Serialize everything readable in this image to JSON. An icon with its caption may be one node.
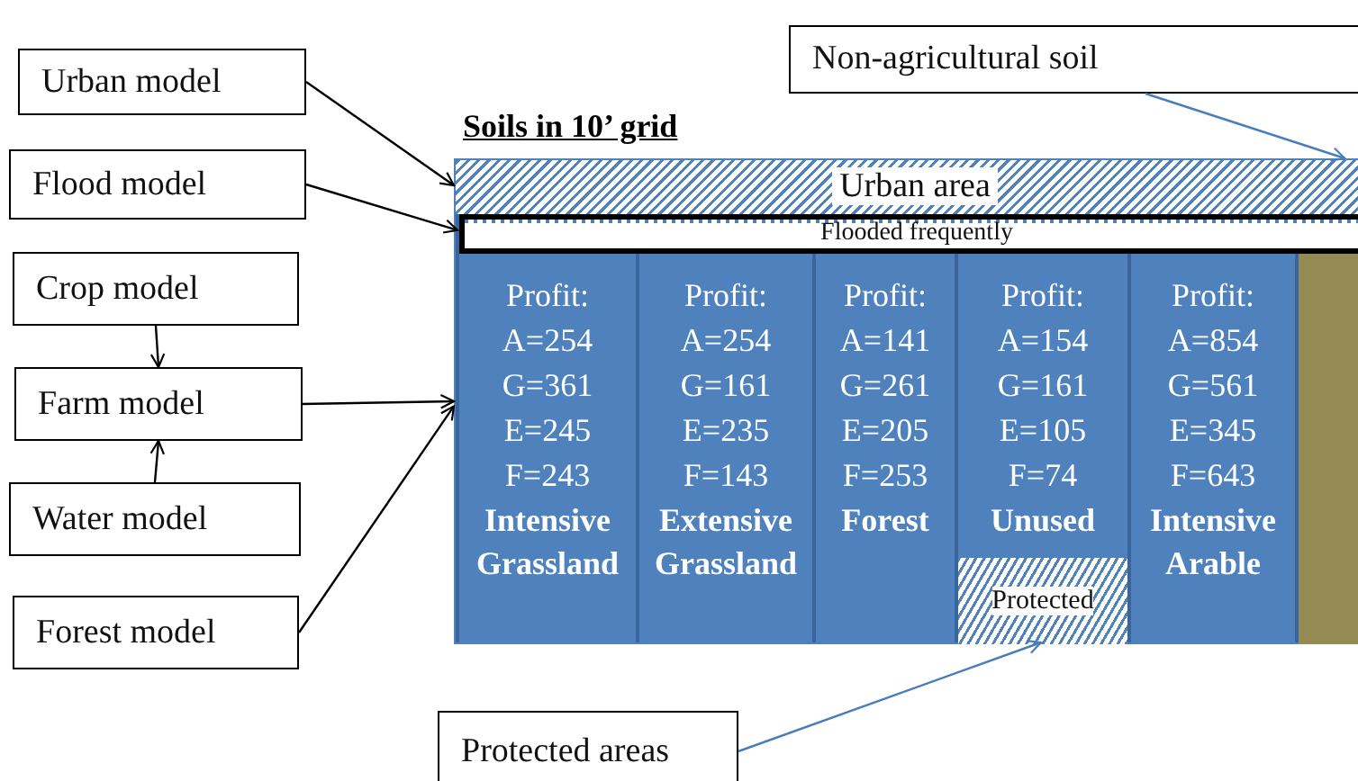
{
  "diagram": {
    "nodes": [
      {
        "text": [
          "Urban model"
        ]
      },
      {
        "text": [
          "Flood model"
        ]
      },
      {
        "text": [
          "Crop model"
        ]
      },
      {
        "text": [
          "Farm model"
        ]
      },
      {
        "text": [
          "Water model"
        ]
      },
      {
        "text": [
          "Forest model"
        ]
      },
      {
        "text": [
          "Non-agricultural soil"
        ]
      },
      {
        "text": [
          "Protected areas"
        ]
      },
      {
        "text": [
          "Soils in 10’ grid"
        ]
      },
      {
        "text": [
          "Urban area"
        ],
        "in": 8
      },
      {
        "text": [
          "Flooded frequently"
        ],
        "in": 8
      },
      {
        "text": [
          "Profit:",
          "A=254",
          "G=361",
          "E=245",
          "F=243",
          "Intensive Grassland"
        ],
        "in": 8
      },
      {
        "text": [
          "Profit:",
          "A=254",
          "G=161",
          "E=235",
          "F=143",
          "Extensive Grassland"
        ],
        "in": 8
      },
      {
        "text": [
          "Profit:",
          "A=141",
          "G=261",
          "E=205",
          "F=253",
          "Forest"
        ],
        "in": 8
      },
      {
        "text": [
          "Profit:",
          "A=154",
          "G=161",
          "E=105",
          "F=74",
          "Unused"
        ],
        "in": 8
      },
      {
        "text": [
          "Protected"
        ],
        "in": 14
      },
      {
        "text": [
          "Profit:",
          "A=854",
          "G=561",
          "E=345",
          "F=643",
          "Intensive Arable"
        ],
        "in": 8
      },
      {
        "text": [],
        "shape": "box",
        "in": 8
      }
    ],
    "edges": [
      {
        "from": 0,
        "to": 9,
        "arrow": "to"
      },
      {
        "from": 1,
        "to": 10,
        "arrow": "to"
      },
      {
        "from": 2,
        "to": 3,
        "arrow": "to"
      },
      {
        "from": 4,
        "to": 3,
        "arrow": "to"
      },
      {
        "from": 3,
        "to": 8,
        "arrow": "to"
      },
      {
        "from": 5,
        "to": 8,
        "arrow": "to"
      },
      {
        "from": 6,
        "to": 9,
        "arrow": "to",
        "color": "#4a7ebb"
      },
      {
        "from": 7,
        "to": 15,
        "arrow": "to",
        "color": "#4a7ebb"
      }
    ]
  }
}
